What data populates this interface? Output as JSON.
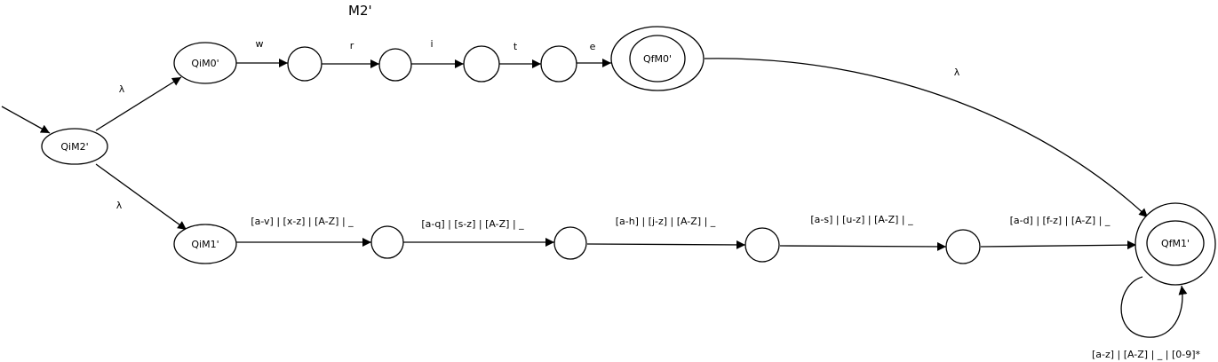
{
  "diagram": {
    "title": "M2'",
    "states": {
      "qim2": "QiM2'",
      "qim0": "QiM0'",
      "qfm0": "QfM0'",
      "qim1": "QiM1'",
      "qfm1": "QfM1'"
    },
    "labels": {
      "lambda_top": "λ",
      "lambda_bottom": "λ",
      "w": "w",
      "r": "r",
      "i": "i",
      "t": "t",
      "e": "e",
      "lambda_right": "λ",
      "b1": "[a-v] | [x-z] | [A-Z] | _",
      "b2": "[a-q] | [s-z] | [A-Z] | _",
      "b3": "[a-h] | [j-z] | [A-Z] | _",
      "b4": "[a-s] | [u-z] | [A-Z] | _",
      "b5": "[a-d] | [f-z] | [A-Z] | _",
      "loop": "[a-z] | [A-Z] | _ | [0-9]*"
    }
  }
}
